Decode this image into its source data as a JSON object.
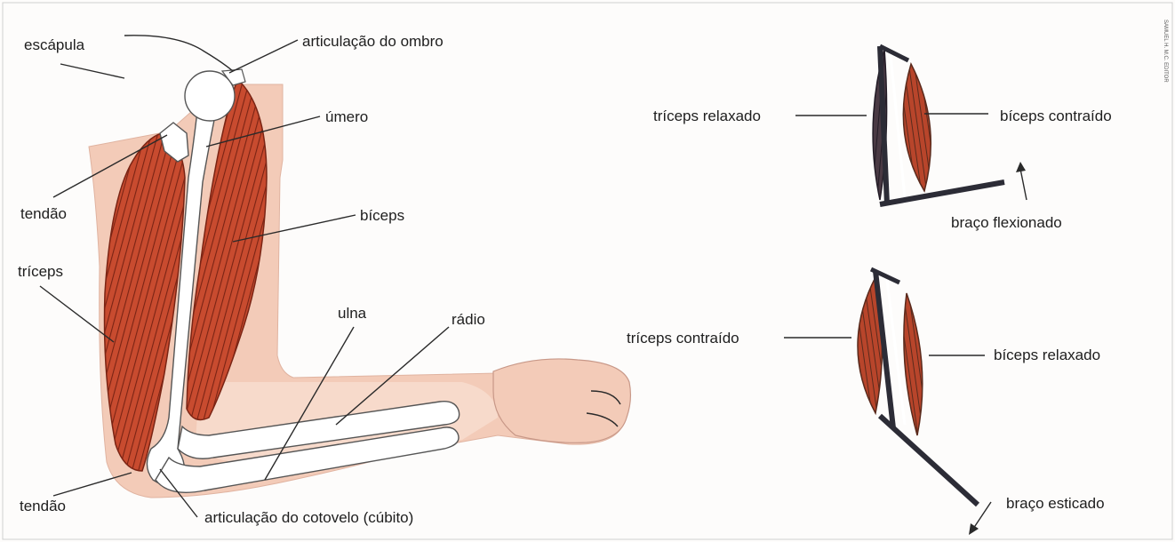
{
  "labels": {
    "escapula": "escápula",
    "articulacao_ombro": "articulação do ombro",
    "umero": "úmero",
    "tendao_top": "tendão",
    "biceps": "bíceps",
    "triceps": "tríceps",
    "ulna": "ulna",
    "radio": "rádio",
    "tendao_bottom": "tendão",
    "articulacao_cotovelo": "articulação do cotovelo (cúbito)",
    "triceps_relaxado": "tríceps relaxado",
    "biceps_contraido": "bíceps contraído",
    "braco_flexionado": "braço flexionado",
    "triceps_contraido": "tríceps contraído",
    "biceps_relaxado": "bíceps relaxado",
    "braco_esticado": "braço esticado"
  },
  "credit": "SAMUEL H. M.C. EDITOR",
  "colors": {
    "skin": "#f3cbb8",
    "skin_light": "#f8ddd0",
    "muscle": "#c4462a",
    "muscle_dark": "#7a2414",
    "bone": "#ffffff",
    "rod": "#2c2c36",
    "ink": "#1e1e1e"
  }
}
